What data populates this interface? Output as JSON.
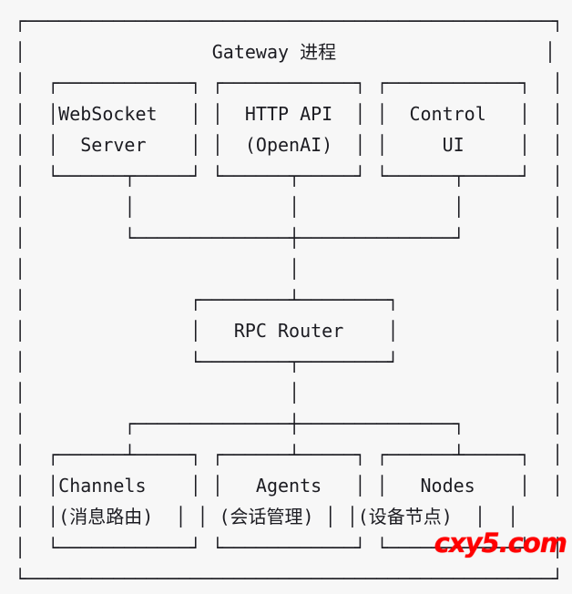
{
  "diagram": {
    "type": "ascii-architecture-diagram",
    "title": "Gateway 进程",
    "colors": {
      "background": "#f7f7f7",
      "text": "#1c1c22",
      "watermark": "#ff0000"
    },
    "outer_container": {
      "label": "Gateway 进程",
      "style": "ascii-box"
    },
    "layers": [
      {
        "name": "frontend-interfaces",
        "row": 1,
        "boxes": [
          {
            "id": "websocket-server",
            "lines": [
              "WebSocket",
              "Server"
            ]
          },
          {
            "id": "http-api",
            "lines": [
              "HTTP API",
              "(OpenAI)"
            ]
          },
          {
            "id": "control-ui",
            "lines": [
              "Control",
              "UI"
            ]
          }
        ]
      },
      {
        "name": "router",
        "row": 2,
        "boxes": [
          {
            "id": "rpc-router",
            "lines": [
              "RPC Router"
            ]
          }
        ]
      },
      {
        "name": "core-modules",
        "row": 3,
        "boxes": [
          {
            "id": "channels",
            "lines": [
              "Channels",
              "(消息路由)"
            ]
          },
          {
            "id": "agents",
            "lines": [
              "Agents",
              "(会话管理)"
            ]
          },
          {
            "id": "nodes",
            "lines": [
              "Nodes",
              "(设备节点)"
            ]
          }
        ]
      }
    ],
    "connections": [
      {
        "from": "websocket-server",
        "to": "rpc-router"
      },
      {
        "from": "http-api",
        "to": "rpc-router"
      },
      {
        "from": "control-ui",
        "to": "rpc-router"
      },
      {
        "from": "rpc-router",
        "to": "channels"
      },
      {
        "from": "rpc-router",
        "to": "agents"
      },
      {
        "from": "rpc-router",
        "to": "nodes"
      }
    ],
    "art": "┌────────────────────────────────────────────────┐\n│                 Gateway 进程                   │\n│  ┌────────────┐ ┌────────────┐ ┌────────────┐  │\n│  │WebSocket   │ │  HTTP API  │ │  Control   │  │\n│  │  Server    │ │  (OpenAI)  │ │     UI     │  │\n│  └──────┬─────┘ └──────┬─────┘ └──────┬─────┘  │\n│         │              │              │        │\n│         └──────────────┼──────────────┘        │\n│                        │                       │\n│               ┌────────┴────────┐              │\n│               │   RPC Router    │              │\n│               └────────┬────────┘              │\n│                        │                       │\n│         ┌──────────────┼──────────────┐        │\n│  ┌──────┴─────┐ ┌──────┴─────┐ ┌──────┴─────┐  │\n│  │Channels    │ │   Agents   │ │   Nodes    │  │\n│  │(消息路由)  │ │ (会话管理) │ │(设备节点)  │  │\n│  └────────────┘ └────────────┘ └────────────┘  │\n└────────────────────────────────────────────────┘"
  },
  "watermark": {
    "text": "cxy5.com"
  }
}
